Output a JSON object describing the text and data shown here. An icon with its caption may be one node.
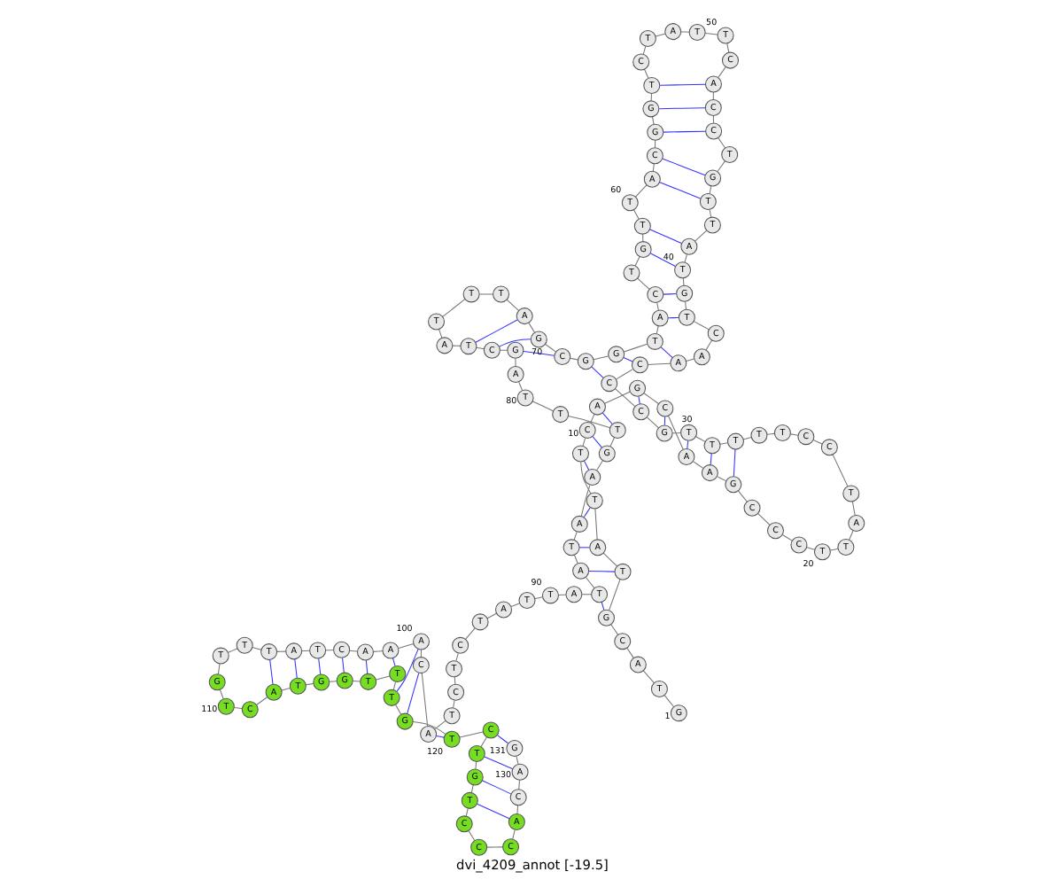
{
  "diagram": {
    "title": "dvi_4209_annot [-19.5]",
    "nodes": [
      {
        "text": [
          "G"
        ],
        "beside": [
          "1"
        ]
      },
      {
        "text": [
          "T"
        ]
      },
      {
        "text": [
          "A"
        ]
      },
      {
        "text": [
          "C"
        ]
      },
      {
        "text": [
          "G"
        ]
      },
      {
        "text": [
          "T"
        ]
      },
      {
        "text": [
          "A"
        ]
      },
      {
        "text": [
          "T"
        ]
      },
      {
        "text": [
          "T"
        ]
      },
      {
        "text": [
          "C"
        ],
        "beside": [
          "10"
        ]
      },
      {
        "text": [
          "A"
        ]
      },
      {
        "text": [
          "G"
        ]
      },
      {
        "text": [
          "C"
        ]
      },
      {
        "text": [
          "A"
        ]
      },
      {
        "text": [
          "A"
        ]
      },
      {
        "text": [
          "G"
        ]
      },
      {
        "text": [
          "C"
        ]
      },
      {
        "text": [
          "C"
        ]
      },
      {
        "text": [
          "C"
        ]
      },
      {
        "text": [
          "T"
        ],
        "beside": [
          "20"
        ]
      },
      {
        "text": [
          "T"
        ]
      },
      {
        "text": [
          "A"
        ]
      },
      {
        "text": [
          "T"
        ]
      },
      {
        "text": [
          "C"
        ]
      },
      {
        "text": [
          "C"
        ]
      },
      {
        "text": [
          "T"
        ]
      },
      {
        "text": [
          "T"
        ]
      },
      {
        "text": [
          "T"
        ]
      },
      {
        "text": [
          "T"
        ]
      },
      {
        "text": [
          "T"
        ],
        "beside": [
          "30"
        ]
      },
      {
        "text": [
          "G"
        ]
      },
      {
        "text": [
          "C"
        ]
      },
      {
        "text": [
          "C"
        ]
      },
      {
        "text": [
          "C"
        ]
      },
      {
        "text": [
          "A"
        ]
      },
      {
        "text": [
          "A"
        ]
      },
      {
        "text": [
          "C"
        ]
      },
      {
        "text": [
          "T"
        ]
      },
      {
        "text": [
          "G"
        ]
      },
      {
        "text": [
          "T"
        ],
        "beside": [
          "40"
        ]
      },
      {
        "text": [
          "A"
        ]
      },
      {
        "text": [
          "T"
        ]
      },
      {
        "text": [
          "T"
        ]
      },
      {
        "text": [
          "G"
        ]
      },
      {
        "text": [
          "T"
        ]
      },
      {
        "text": [
          "C"
        ]
      },
      {
        "text": [
          "C"
        ]
      },
      {
        "text": [
          "A"
        ]
      },
      {
        "text": [
          "C"
        ]
      },
      {
        "text": [
          "T"
        ],
        "beside": [
          "50"
        ]
      },
      {
        "text": [
          "T"
        ]
      },
      {
        "text": [
          "A"
        ]
      },
      {
        "text": [
          "T"
        ]
      },
      {
        "text": [
          "C"
        ]
      },
      {
        "text": [
          "T"
        ]
      },
      {
        "text": [
          "G"
        ]
      },
      {
        "text": [
          "G"
        ]
      },
      {
        "text": [
          "C"
        ]
      },
      {
        "text": [
          "A"
        ]
      },
      {
        "text": [
          "T"
        ],
        "beside": [
          "60"
        ]
      },
      {
        "text": [
          "T"
        ]
      },
      {
        "text": [
          "G"
        ]
      },
      {
        "text": [
          "T"
        ]
      },
      {
        "text": [
          "C"
        ]
      },
      {
        "text": [
          "A"
        ]
      },
      {
        "text": [
          "T"
        ]
      },
      {
        "text": [
          "G"
        ]
      },
      {
        "text": [
          "G"
        ]
      },
      {
        "text": [
          "C"
        ]
      },
      {
        "text": [
          "G"
        ],
        "beside": [
          "70"
        ]
      },
      {
        "text": [
          "A"
        ]
      },
      {
        "text": [
          "T"
        ]
      },
      {
        "text": [
          "T"
        ]
      },
      {
        "text": [
          "T"
        ]
      },
      {
        "text": [
          "A"
        ]
      },
      {
        "text": [
          "T"
        ]
      },
      {
        "text": [
          "C"
        ]
      },
      {
        "text": [
          "G"
        ]
      },
      {
        "text": [
          "A"
        ]
      },
      {
        "text": [
          "T"
        ],
        "beside": [
          "80"
        ]
      },
      {
        "text": [
          "T"
        ]
      },
      {
        "text": [
          "T"
        ]
      },
      {
        "text": [
          "G"
        ]
      },
      {
        "text": [
          "A"
        ]
      },
      {
        "text": [
          "A"
        ]
      },
      {
        "text": [
          "T"
        ]
      },
      {
        "text": [
          "A"
        ]
      },
      {
        "text": [
          "T"
        ]
      },
      {
        "text": [
          "A"
        ]
      },
      {
        "text": [
          "T"
        ],
        "beside": [
          "90"
        ]
      },
      {
        "text": [
          "T"
        ]
      },
      {
        "text": [
          "A"
        ]
      },
      {
        "text": [
          "T"
        ]
      },
      {
        "text": [
          "C"
        ]
      },
      {
        "text": [
          "T"
        ]
      },
      {
        "text": [
          "C"
        ]
      },
      {
        "text": [
          "T"
        ]
      },
      {
        "text": [
          "A"
        ]
      },
      {
        "text": [
          "C"
        ]
      },
      {
        "text": [
          "A"
        ],
        "beside": [
          "100"
        ]
      },
      {
        "text": [
          "A"
        ]
      },
      {
        "text": [
          "A"
        ]
      },
      {
        "text": [
          "C"
        ]
      },
      {
        "text": [
          "T"
        ]
      },
      {
        "text": [
          "A"
        ]
      },
      {
        "text": [
          "T"
        ]
      },
      {
        "text": [
          "T"
        ]
      },
      {
        "text": [
          "T"
        ]
      },
      {
        "text": [
          "G"
        ]
      },
      {
        "text": [
          "T"
        ],
        "beside": [
          "110"
        ]
      },
      {
        "text": [
          "C"
        ]
      },
      {
        "text": [
          "A"
        ]
      },
      {
        "text": [
          "T"
        ]
      },
      {
        "text": [
          "G"
        ]
      },
      {
        "text": [
          "G"
        ]
      },
      {
        "text": [
          "T"
        ]
      },
      {
        "text": [
          "T"
        ]
      },
      {
        "text": [
          "T"
        ]
      },
      {
        "text": [
          "G"
        ]
      },
      {
        "text": [
          "T"
        ],
        "beside": [
          "120"
        ]
      },
      {
        "text": [
          "C"
        ]
      },
      {
        "text": [
          "T"
        ]
      },
      {
        "text": [
          "G"
        ]
      },
      {
        "text": [
          "T"
        ]
      },
      {
        "text": [
          "C"
        ]
      },
      {
        "text": [
          "C"
        ]
      },
      {
        "text": [
          "C"
        ]
      },
      {
        "text": [
          "A"
        ]
      },
      {
        "text": [
          "C"
        ]
      },
      {
        "text": [
          "A"
        ],
        "beside": [
          "130"
        ]
      },
      {
        "text": [
          "G"
        ],
        "beside": [
          "131"
        ]
      }
    ],
    "edges": [
      {
        "from": 0,
        "to": 1,
        "arrow": "none"
      },
      {
        "from": 1,
        "to": 2,
        "arrow": "none"
      },
      {
        "from": 2,
        "to": 3,
        "arrow": "none"
      },
      {
        "from": 3,
        "to": 4,
        "arrow": "none"
      },
      {
        "from": 4,
        "to": 5,
        "arrow": "none"
      },
      {
        "from": 5,
        "to": 6,
        "arrow": "none"
      },
      {
        "from": 6,
        "to": 7,
        "arrow": "none"
      },
      {
        "from": 7,
        "to": 8,
        "arrow": "none"
      },
      {
        "from": 8,
        "to": 9,
        "arrow": "none"
      },
      {
        "from": 9,
        "to": 10,
        "arrow": "none"
      },
      {
        "from": 10,
        "to": 11,
        "arrow": "none"
      },
      {
        "from": 11,
        "to": 12,
        "arrow": "none"
      },
      {
        "from": 12,
        "to": 13,
        "arrow": "none"
      },
      {
        "from": 13,
        "to": 14,
        "arrow": "none"
      },
      {
        "from": 14,
        "to": 15,
        "arrow": "none"
      },
      {
        "from": 15,
        "to": 16,
        "arrow": "none"
      },
      {
        "from": 16,
        "to": 17,
        "arrow": "none"
      },
      {
        "from": 17,
        "to": 18,
        "arrow": "none"
      },
      {
        "from": 18,
        "to": 19,
        "arrow": "none"
      },
      {
        "from": 19,
        "to": 20,
        "arrow": "none"
      },
      {
        "from": 20,
        "to": 21,
        "arrow": "none"
      },
      {
        "from": 21,
        "to": 22,
        "arrow": "none"
      },
      {
        "from": 22,
        "to": 23,
        "arrow": "none"
      },
      {
        "from": 23,
        "to": 24,
        "arrow": "none"
      },
      {
        "from": 24,
        "to": 25,
        "arrow": "none"
      },
      {
        "from": 25,
        "to": 26,
        "arrow": "none"
      },
      {
        "from": 26,
        "to": 27,
        "arrow": "none"
      },
      {
        "from": 27,
        "to": 28,
        "arrow": "none"
      },
      {
        "from": 28,
        "to": 29,
        "arrow": "none"
      },
      {
        "from": 29,
        "to": 30,
        "arrow": "none"
      },
      {
        "from": 30,
        "to": 31,
        "arrow": "none"
      },
      {
        "from": 31,
        "to": 32,
        "arrow": "none"
      },
      {
        "from": 32,
        "to": 33,
        "arrow": "none"
      },
      {
        "from": 33,
        "to": 34,
        "arrow": "none"
      },
      {
        "from": 34,
        "to": 35,
        "arrow": "none"
      },
      {
        "from": 35,
        "to": 36,
        "arrow": "none"
      },
      {
        "from": 36,
        "to": 37,
        "arrow": "none"
      },
      {
        "from": 37,
        "to": 38,
        "arrow": "none"
      },
      {
        "from": 38,
        "to": 39,
        "arrow": "none"
      },
      {
        "from": 39,
        "to": 40,
        "arrow": "none"
      },
      {
        "from": 40,
        "to": 41,
        "arrow": "none"
      },
      {
        "from": 41,
        "to": 42,
        "arrow": "none"
      },
      {
        "from": 42,
        "to": 43,
        "arrow": "none"
      },
      {
        "from": 43,
        "to": 44,
        "arrow": "none"
      },
      {
        "from": 44,
        "to": 45,
        "arrow": "none"
      },
      {
        "from": 45,
        "to": 46,
        "arrow": "none"
      },
      {
        "from": 46,
        "to": 47,
        "arrow": "none"
      },
      {
        "from": 47,
        "to": 48,
        "arrow": "none"
      },
      {
        "from": 48,
        "to": 49,
        "arrow": "none"
      },
      {
        "from": 49,
        "to": 50,
        "arrow": "none"
      },
      {
        "from": 50,
        "to": 51,
        "arrow": "none"
      },
      {
        "from": 51,
        "to": 52,
        "arrow": "none"
      },
      {
        "from": 52,
        "to": 53,
        "arrow": "none"
      },
      {
        "from": 53,
        "to": 54,
        "arrow": "none"
      },
      {
        "from": 54,
        "to": 55,
        "arrow": "none"
      },
      {
        "from": 55,
        "to": 56,
        "arrow": "none"
      },
      {
        "from": 56,
        "to": 57,
        "arrow": "none"
      },
      {
        "from": 57,
        "to": 58,
        "arrow": "none"
      },
      {
        "from": 58,
        "to": 59,
        "arrow": "none"
      },
      {
        "from": 59,
        "to": 60,
        "arrow": "none"
      },
      {
        "from": 60,
        "to": 61,
        "arrow": "none"
      },
      {
        "from": 61,
        "to": 62,
        "arrow": "none"
      },
      {
        "from": 62,
        "to": 63,
        "arrow": "none"
      },
      {
        "from": 63,
        "to": 64,
        "arrow": "none"
      },
      {
        "from": 64,
        "to": 65,
        "arrow": "none"
      },
      {
        "from": 65,
        "to": 66,
        "arrow": "none"
      },
      {
        "from": 66,
        "to": 67,
        "arrow": "none"
      },
      {
        "from": 67,
        "to": 68,
        "arrow": "none"
      },
      {
        "from": 68,
        "to": 69,
        "arrow": "none"
      },
      {
        "from": 69,
        "to": 70,
        "arrow": "none"
      },
      {
        "from": 70,
        "to": 71,
        "arrow": "none"
      },
      {
        "from": 71,
        "to": 72,
        "arrow": "none"
      },
      {
        "from": 72,
        "to": 73,
        "arrow": "none"
      },
      {
        "from": 73,
        "to": 74,
        "arrow": "none"
      },
      {
        "from": 74,
        "to": 75,
        "arrow": "none"
      },
      {
        "from": 75,
        "to": 76,
        "arrow": "none"
      },
      {
        "from": 76,
        "to": 77,
        "arrow": "none"
      },
      {
        "from": 77,
        "to": 78,
        "arrow": "none"
      },
      {
        "from": 78,
        "to": 79,
        "arrow": "none"
      },
      {
        "from": 79,
        "to": 80,
        "arrow": "none"
      },
      {
        "from": 80,
        "to": 81,
        "arrow": "none"
      },
      {
        "from": 81,
        "to": 82,
        "arrow": "none"
      },
      {
        "from": 82,
        "to": 83,
        "arrow": "none"
      },
      {
        "from": 83,
        "to": 84,
        "arrow": "none"
      },
      {
        "from": 84,
        "to": 85,
        "arrow": "none"
      },
      {
        "from": 85,
        "to": 86,
        "arrow": "none"
      },
      {
        "from": 86,
        "to": 87,
        "arrow": "none"
      },
      {
        "from": 87,
        "to": 88,
        "arrow": "none"
      },
      {
        "from": 88,
        "to": 89,
        "arrow": "none"
      },
      {
        "from": 89,
        "to": 90,
        "arrow": "none"
      },
      {
        "from": 90,
        "to": 91,
        "arrow": "none"
      },
      {
        "from": 91,
        "to": 92,
        "arrow": "none"
      },
      {
        "from": 92,
        "to": 93,
        "arrow": "none"
      },
      {
        "from": 93,
        "to": 94,
        "arrow": "none"
      },
      {
        "from": 94,
        "to": 95,
        "arrow": "none"
      },
      {
        "from": 95,
        "to": 96,
        "arrow": "none"
      },
      {
        "from": 96,
        "to": 97,
        "arrow": "none"
      },
      {
        "from": 97,
        "to": 98,
        "arrow": "none"
      },
      {
        "from": 98,
        "to": 99,
        "arrow": "none"
      },
      {
        "from": 99,
        "to": 100,
        "arrow": "none"
      },
      {
        "from": 100,
        "to": 101,
        "arrow": "none"
      },
      {
        "from": 101,
        "to": 102,
        "arrow": "none"
      },
      {
        "from": 102,
        "to": 103,
        "arrow": "none"
      },
      {
        "from": 103,
        "to": 104,
        "arrow": "none"
      },
      {
        "from": 104,
        "to": 105,
        "arrow": "none"
      },
      {
        "from": 105,
        "to": 106,
        "arrow": "none"
      },
      {
        "from": 106,
        "to": 107,
        "arrow": "none"
      },
      {
        "from": 107,
        "to": 108,
        "arrow": "none"
      },
      {
        "from": 108,
        "to": 109,
        "arrow": "none"
      },
      {
        "from": 109,
        "to": 110,
        "arrow": "none"
      },
      {
        "from": 110,
        "to": 111,
        "arrow": "none"
      },
      {
        "from": 111,
        "to": 112,
        "arrow": "none"
      },
      {
        "from": 112,
        "to": 113,
        "arrow": "none"
      },
      {
        "from": 113,
        "to": 114,
        "arrow": "none"
      },
      {
        "from": 114,
        "to": 115,
        "arrow": "none"
      },
      {
        "from": 115,
        "to": 116,
        "arrow": "none"
      },
      {
        "from": 116,
        "to": 117,
        "arrow": "none"
      },
      {
        "from": 117,
        "to": 118,
        "arrow": "none"
      },
      {
        "from": 118,
        "to": 119,
        "arrow": "none"
      },
      {
        "from": 119,
        "to": 120,
        "arrow": "none"
      },
      {
        "from": 120,
        "to": 121,
        "arrow": "none"
      },
      {
        "from": 121,
        "to": 122,
        "arrow": "none"
      },
      {
        "from": 122,
        "to": 123,
        "arrow": "none"
      },
      {
        "from": 123,
        "to": 124,
        "arrow": "none"
      },
      {
        "from": 124,
        "to": 125,
        "arrow": "none"
      },
      {
        "from": 125,
        "to": 126,
        "arrow": "none"
      },
      {
        "from": 126,
        "to": 127,
        "arrow": "none"
      },
      {
        "from": 127,
        "to": 128,
        "arrow": "none"
      },
      {
        "from": 128,
        "to": 129,
        "arrow": "none"
      },
      {
        "from": 129,
        "to": 130,
        "arrow": "none"
      },
      {
        "from": 4,
        "to": 87,
        "arrow": "none",
        "color": "#3333ff"
      },
      {
        "from": 5,
        "to": 86,
        "arrow": "none",
        "color": "#3333ff"
      },
      {
        "from": 6,
        "to": 85,
        "arrow": "none",
        "color": "#3333ff"
      },
      {
        "from": 7,
        "to": 84,
        "arrow": "none",
        "color": "#3333ff"
      },
      {
        "from": 8,
        "to": 83,
        "arrow": "none",
        "color": "#3333ff"
      },
      {
        "from": 9,
        "to": 82,
        "arrow": "none",
        "color": "#3333ff"
      },
      {
        "from": 10,
        "to": 81,
        "arrow": "none",
        "color": "#3333ff"
      },
      {
        "from": 11,
        "to": 31,
        "arrow": "none",
        "color": "#3333ff"
      },
      {
        "from": 12,
        "to": 30,
        "arrow": "none",
        "color": "#3333ff"
      },
      {
        "from": 13,
        "to": 29,
        "arrow": "none",
        "color": "#3333ff"
      },
      {
        "from": 14,
        "to": 28,
        "arrow": "none",
        "color": "#3333ff"
      },
      {
        "from": 15,
        "to": 27,
        "arrow": "none",
        "color": "#3333ff"
      },
      {
        "from": 32,
        "to": 67,
        "arrow": "none",
        "color": "#3333ff"
      },
      {
        "from": 33,
        "to": 66,
        "arrow": "none",
        "color": "#3333ff"
      },
      {
        "from": 34,
        "to": 65,
        "arrow": "none",
        "color": "#3333ff"
      },
      {
        "from": 37,
        "to": 64,
        "arrow": "none",
        "color": "#3333ff"
      },
      {
        "from": 38,
        "to": 63,
        "arrow": "none",
        "color": "#3333ff"
      },
      {
        "from": 39,
        "to": 61,
        "arrow": "none",
        "color": "#3333ff"
      },
      {
        "from": 40,
        "to": 60,
        "arrow": "none",
        "color": "#3333ff"
      },
      {
        "from": 42,
        "to": 58,
        "arrow": "none",
        "color": "#3333ff"
      },
      {
        "from": 43,
        "to": 57,
        "arrow": "none",
        "color": "#3333ff"
      },
      {
        "from": 45,
        "to": 56,
        "arrow": "none",
        "color": "#3333ff"
      },
      {
        "from": 46,
        "to": 55,
        "arrow": "none",
        "color": "#3333ff"
      },
      {
        "from": 47,
        "to": 54,
        "arrow": "none",
        "color": "#3333ff"
      },
      {
        "from": 68,
        "to": 77,
        "arrow": "none",
        "color": "#3333ff"
      },
      {
        "from": 69,
        "to": 76,
        "arrow": "none",
        "color": "#3333ff"
      },
      {
        "from": 70,
        "to": 75,
        "arrow": "none",
        "color": "#3333ff"
      },
      {
        "from": 97,
        "to": 119,
        "arrow": "none",
        "color": "#3333ff"
      },
      {
        "from": 98,
        "to": 118,
        "arrow": "none",
        "color": "#3333ff"
      },
      {
        "from": 99,
        "to": 117,
        "arrow": "none",
        "color": "#3333ff"
      },
      {
        "from": 100,
        "to": 116,
        "arrow": "none",
        "color": "#3333ff"
      },
      {
        "from": 101,
        "to": 115,
        "arrow": "none",
        "color": "#3333ff"
      },
      {
        "from": 102,
        "to": 114,
        "arrow": "none",
        "color": "#3333ff"
      },
      {
        "from": 103,
        "to": 113,
        "arrow": "none",
        "color": "#3333ff"
      },
      {
        "from": 104,
        "to": 112,
        "arrow": "none",
        "color": "#3333ff"
      },
      {
        "from": 105,
        "to": 111,
        "arrow": "none",
        "color": "#3333ff"
      },
      {
        "from": 120,
        "to": 130,
        "arrow": "none",
        "color": "#3333ff"
      },
      {
        "from": 121,
        "to": 129,
        "arrow": "none",
        "color": "#3333ff"
      },
      {
        "from": 122,
        "to": 128,
        "arrow": "none",
        "color": "#3333ff"
      },
      {
        "from": 123,
        "to": 127,
        "arrow": "none",
        "color": "#3333ff"
      }
    ]
  }
}
